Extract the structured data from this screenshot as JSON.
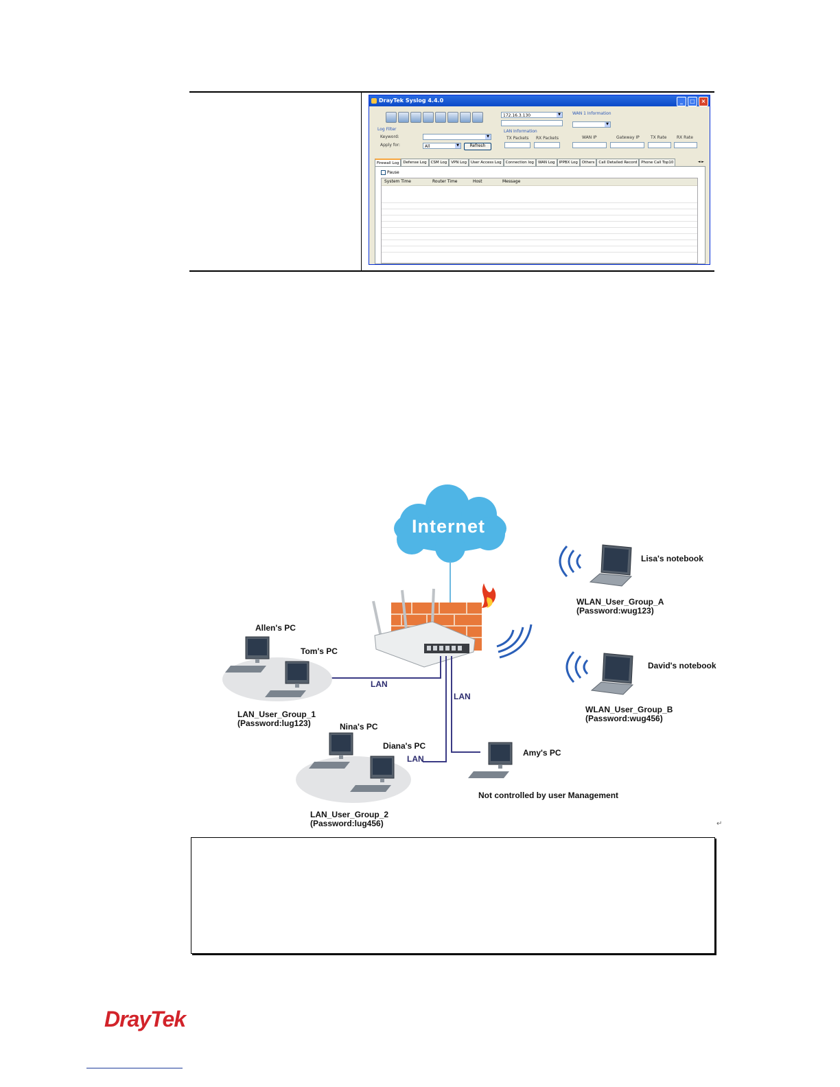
{
  "syslog_window": {
    "title": "DrayTek Syslog 4.4.0",
    "ip_value": "172.16.3.130",
    "wan_info_label": "WAN 1 Information",
    "log_filter_label": "Log Filter",
    "keyword_label": "Keyword:",
    "apply_for_label": "Apply for:",
    "apply_for_value": "All",
    "refresh_label": "Refresh",
    "lan_info_label": "LAN Information",
    "tx_packets_label": "TX Packets",
    "rx_packets_label": "RX Packets",
    "wan_ip_label": "WAN IP",
    "gateway_ip_label": "Gateway IP",
    "tx_rate_label": "TX Rate",
    "rx_rate_label": "RX Rate",
    "tabs": [
      "Firewall Log",
      "Defense Log",
      "CSM Log",
      "VPN Log",
      "User Access Log",
      "Connection log",
      "WAN Log",
      "IPPBX Log",
      "Others",
      "Call Detailed Record",
      "Phone Call Top10"
    ],
    "tab_arrows": "◄ ►",
    "pause_label": "Pause",
    "columns": [
      "System Time",
      "Router Time",
      "Host",
      "Message"
    ]
  },
  "diagram": {
    "internet": "Internet",
    "lisa": "Lisa's notebook",
    "wlan_a": "WLAN_User_Group_A",
    "wlan_a_pw": "(Password:wug123)",
    "david": "David's notebook",
    "wlan_b": "WLAN_User_Group_B",
    "wlan_b_pw": "(Password:wug456)",
    "allen": "Allen's PC",
    "tom": "Tom's PC",
    "lan1": "LAN",
    "lan2": "LAN",
    "lan3": "LAN",
    "lan_group_1": "LAN_User_Group_1",
    "lan_group_1_pw": "(Password:lug123)",
    "nina": "Nina's PC",
    "diana": "Diana's PC",
    "amy": "Amy's PC",
    "not_controlled": "Not controlled by user Management",
    "lan_group_2": "LAN_User_Group_2",
    "lan_group_2_pw": "(Password:lug456)",
    "pilcrow": "↵"
  },
  "footer": {
    "logo": "DrayTek"
  }
}
